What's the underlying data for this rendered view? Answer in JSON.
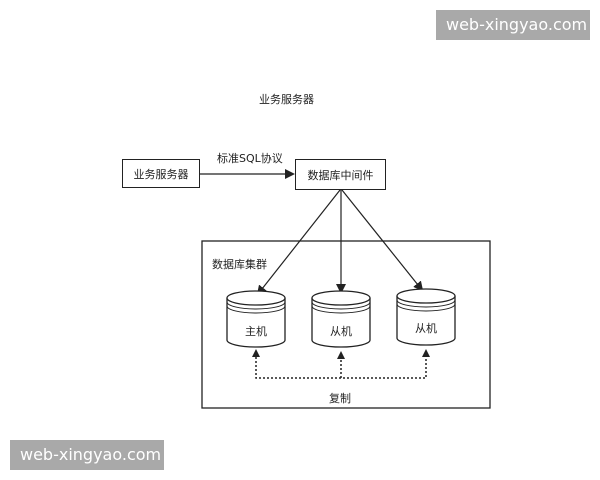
{
  "watermark": {
    "text": "web-xingyao.com"
  },
  "diagram": {
    "title": "业务服务器",
    "business_server": "业务服务器",
    "middleware": "数据库中间件",
    "protocol_label": "标准SQL协议",
    "cluster_label": "数据库集群",
    "master": "主机",
    "slave_1": "从机",
    "slave_2": "从机",
    "replication_label": "复制"
  }
}
